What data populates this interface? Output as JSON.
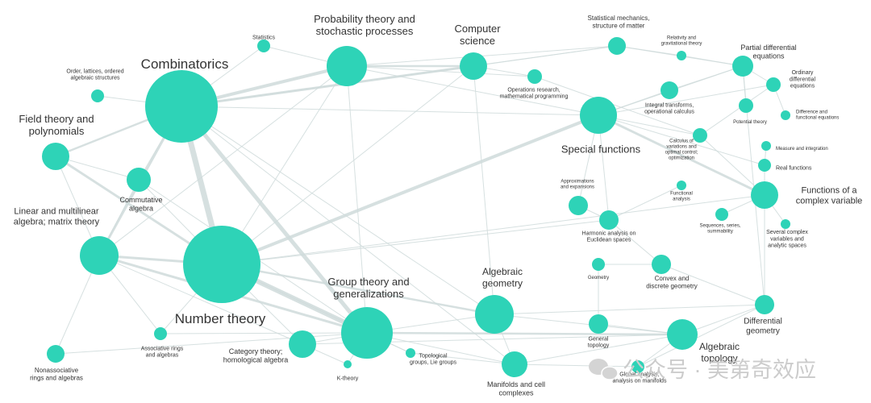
{
  "colors": {
    "node": "#2ed3b7",
    "edge": "#cfdada",
    "text": "#333333"
  },
  "watermark": "公众号 · 美第奇效应",
  "nodes": [
    {
      "id": "combinatorics",
      "label": [
        "Combinatorics"
      ]
    },
    {
      "id": "number-theory",
      "label": [
        "Number theory"
      ]
    },
    {
      "id": "probability",
      "label": [
        "Probability theory and",
        "stochastic processes"
      ]
    },
    {
      "id": "computer-science",
      "label": [
        "Computer",
        "science"
      ]
    },
    {
      "id": "statistics",
      "label": [
        "Statistics"
      ]
    },
    {
      "id": "order-lattices",
      "label": [
        "Order, lattices, ordered",
        "algebraic structures"
      ]
    },
    {
      "id": "field-theory",
      "label": [
        "Field theory and",
        "polynomials"
      ]
    },
    {
      "id": "commutative-algebra",
      "label": [
        "Commutative",
        "algebra"
      ]
    },
    {
      "id": "linear-algebra",
      "label": [
        "Linear and multilinear",
        "algebra; matrix theory"
      ]
    },
    {
      "id": "associative-rings",
      "label": [
        "Associative rings",
        "and algebras"
      ]
    },
    {
      "id": "nonassociative-rings",
      "label": [
        "Nonassociative",
        "rings and algebras"
      ]
    },
    {
      "id": "category-theory",
      "label": [
        "Category theory;",
        "homological algebra"
      ]
    },
    {
      "id": "k-theory",
      "label": [
        "K-theory"
      ]
    },
    {
      "id": "group-theory",
      "label": [
        "Group theory and",
        "generalizations"
      ]
    },
    {
      "id": "topological-groups",
      "label": [
        "Topological",
        "groups, Lie groups"
      ]
    },
    {
      "id": "algebraic-geometry",
      "label": [
        "Algebraic",
        "geometry"
      ]
    },
    {
      "id": "manifolds",
      "label": [
        "Manifolds and cell",
        "complexes"
      ]
    },
    {
      "id": "global-analysis",
      "label": [
        "Global analysis,",
        "analysis on manifolds"
      ]
    },
    {
      "id": "general-topology",
      "label": [
        "General",
        "topology"
      ]
    },
    {
      "id": "algebraic-topology",
      "label": [
        "Algebraic",
        "topology"
      ]
    },
    {
      "id": "differential-geometry",
      "label": [
        "Differential",
        "geometry"
      ]
    },
    {
      "id": "convex-geometry",
      "label": [
        "Convex and",
        "discrete geometry"
      ]
    },
    {
      "id": "geometry",
      "label": [
        "Geometry"
      ]
    },
    {
      "id": "harmonic-analysis",
      "label": [
        "Harmonic analysis on",
        "Euclidean spaces"
      ]
    },
    {
      "id": "approximations",
      "label": [
        "Approximations",
        "and expansions"
      ]
    },
    {
      "id": "functional-analysis",
      "label": [
        "Functional",
        "analysis"
      ]
    },
    {
      "id": "sequences",
      "label": [
        "Sequences, series,",
        "summability"
      ]
    },
    {
      "id": "several-complex",
      "label": [
        "Several complex",
        "variables and",
        "analytic spaces"
      ]
    },
    {
      "id": "complex-variable",
      "label": [
        "Functions of a",
        "complex variable"
      ]
    },
    {
      "id": "real-functions",
      "label": [
        "Real functions"
      ]
    },
    {
      "id": "measure",
      "label": [
        "Measure and integration"
      ]
    },
    {
      "id": "calculus-variations",
      "label": [
        "Calculus of",
        "variations and",
        "optimal control;",
        "optimization"
      ]
    },
    {
      "id": "special-functions",
      "label": [
        "Special functions"
      ]
    },
    {
      "id": "integral-transforms",
      "label": [
        "Integral transforms,",
        "operational calculus"
      ]
    },
    {
      "id": "potential-theory",
      "label": [
        "Potential theory"
      ]
    },
    {
      "id": "difference-equations",
      "label": [
        "Difference and",
        "functional equations"
      ]
    },
    {
      "id": "ode",
      "label": [
        "Ordinary",
        "differential",
        "equations"
      ]
    },
    {
      "id": "pde",
      "label": [
        "Partial differential",
        "equations"
      ]
    },
    {
      "id": "relativity",
      "label": [
        "Relativity and",
        "gravitational theory"
      ]
    },
    {
      "id": "statistical-mechanics",
      "label": [
        "Statistical mechanics,",
        "structure of matter"
      ]
    },
    {
      "id": "operations-research",
      "label": [
        "Operations research,",
        "mathematical programming"
      ]
    }
  ],
  "edges": [
    [
      "combinatorics",
      "number-theory"
    ],
    [
      "combinatorics",
      "group-theory"
    ],
    [
      "combinatorics",
      "probability"
    ],
    [
      "combinatorics",
      "computer-science"
    ],
    [
      "combinatorics",
      "linear-algebra"
    ],
    [
      "combinatorics",
      "field-theory"
    ],
    [
      "combinatorics",
      "commutative-algebra"
    ],
    [
      "combinatorics",
      "order-lattices"
    ],
    [
      "combinatorics",
      "statistics"
    ],
    [
      "combinatorics",
      "special-functions"
    ],
    [
      "combinatorics",
      "algebraic-geometry"
    ],
    [
      "combinatorics",
      "manifolds"
    ],
    [
      "combinatorics",
      "statistical-mechanics"
    ],
    [
      "number-theory",
      "group-theory"
    ],
    [
      "number-theory",
      "field-theory"
    ],
    [
      "number-theory",
      "linear-algebra"
    ],
    [
      "number-theory",
      "special-functions"
    ],
    [
      "number-theory",
      "algebraic-geometry"
    ],
    [
      "number-theory",
      "probability"
    ],
    [
      "number-theory",
      "commutative-algebra"
    ],
    [
      "number-theory",
      "complex-variable"
    ],
    [
      "number-theory",
      "category-theory"
    ],
    [
      "number-theory",
      "associative-rings"
    ],
    [
      "number-theory",
      "harmonic-analysis"
    ],
    [
      "number-theory",
      "computer-science"
    ],
    [
      "number-theory",
      "topological-groups"
    ],
    [
      "group-theory",
      "linear-algebra"
    ],
    [
      "group-theory",
      "algebraic-topology"
    ],
    [
      "group-theory",
      "algebraic-geometry"
    ],
    [
      "group-theory",
      "manifolds"
    ],
    [
      "group-theory",
      "category-theory"
    ],
    [
      "group-theory",
      "topological-groups"
    ],
    [
      "group-theory",
      "probability"
    ],
    [
      "group-theory",
      "associative-rings"
    ],
    [
      "group-theory",
      "k-theory"
    ],
    [
      "group-theory",
      "commutative-algebra"
    ],
    [
      "group-theory",
      "nonassociative-rings"
    ],
    [
      "field-theory",
      "linear-algebra"
    ],
    [
      "field-theory",
      "commutative-algebra"
    ],
    [
      "linear-algebra",
      "commutative-algebra"
    ],
    [
      "linear-algebra",
      "nonassociative-rings"
    ],
    [
      "linear-algebra",
      "associative-rings"
    ],
    [
      "linear-algebra",
      "category-theory"
    ],
    [
      "linear-algebra",
      "probability"
    ],
    [
      "probability",
      "computer-science"
    ],
    [
      "probability",
      "statistics"
    ],
    [
      "probability",
      "statistical-mechanics"
    ],
    [
      "probability",
      "special-functions"
    ],
    [
      "probability",
      "operations-research"
    ],
    [
      "computer-science",
      "operations-research"
    ],
    [
      "computer-science",
      "statistical-mechanics"
    ],
    [
      "computer-science",
      "algebraic-geometry"
    ],
    [
      "special-functions",
      "complex-variable"
    ],
    [
      "special-functions",
      "integral-transforms"
    ],
    [
      "special-functions",
      "approximations"
    ],
    [
      "special-functions",
      "harmonic-analysis"
    ],
    [
      "special-functions",
      "pde"
    ],
    [
      "special-functions",
      "ode"
    ],
    [
      "special-functions",
      "calculus-variations"
    ],
    [
      "special-functions",
      "real-functions"
    ],
    [
      "complex-variable",
      "several-complex"
    ],
    [
      "complex-variable",
      "differential-geometry"
    ],
    [
      "complex-variable",
      "real-functions"
    ],
    [
      "complex-variable",
      "sequences"
    ],
    [
      "complex-variable",
      "calculus-variations"
    ],
    [
      "pde",
      "ode"
    ],
    [
      "pde",
      "integral-transforms"
    ],
    [
      "pde",
      "potential-theory"
    ],
    [
      "pde",
      "differential-geometry"
    ],
    [
      "pde",
      "relativity"
    ],
    [
      "ode",
      "difference-equations"
    ],
    [
      "ode",
      "calculus-variations"
    ],
    [
      "algebraic-geometry",
      "algebraic-topology"
    ],
    [
      "algebraic-geometry",
      "manifolds"
    ],
    [
      "algebraic-geometry",
      "differential-geometry"
    ],
    [
      "algebraic-topology",
      "manifolds"
    ],
    [
      "algebraic-topology",
      "general-topology"
    ],
    [
      "algebraic-topology",
      "differential-geometry"
    ],
    [
      "algebraic-topology",
      "global-analysis"
    ],
    [
      "manifolds",
      "global-analysis"
    ],
    [
      "differential-geometry",
      "global-analysis"
    ],
    [
      "harmonic-analysis",
      "approximations"
    ],
    [
      "harmonic-analysis",
      "functional-analysis"
    ],
    [
      "convex-geometry",
      "geometry"
    ],
    [
      "convex-geometry",
      "differential-geometry"
    ],
    [
      "convex-geometry",
      "harmonic-analysis"
    ],
    [
      "category-theory",
      "algebraic-topology"
    ],
    [
      "category-theory",
      "k-theory"
    ],
    [
      "statistical-mechanics",
      "relativity"
    ],
    [
      "statistical-mechanics",
      "pde"
    ],
    [
      "operations-research",
      "calculus-variations"
    ],
    [
      "measure",
      "real-functions"
    ],
    [
      "general-topology",
      "geometry"
    ],
    [
      "topological-groups",
      "manifolds"
    ]
  ]
}
